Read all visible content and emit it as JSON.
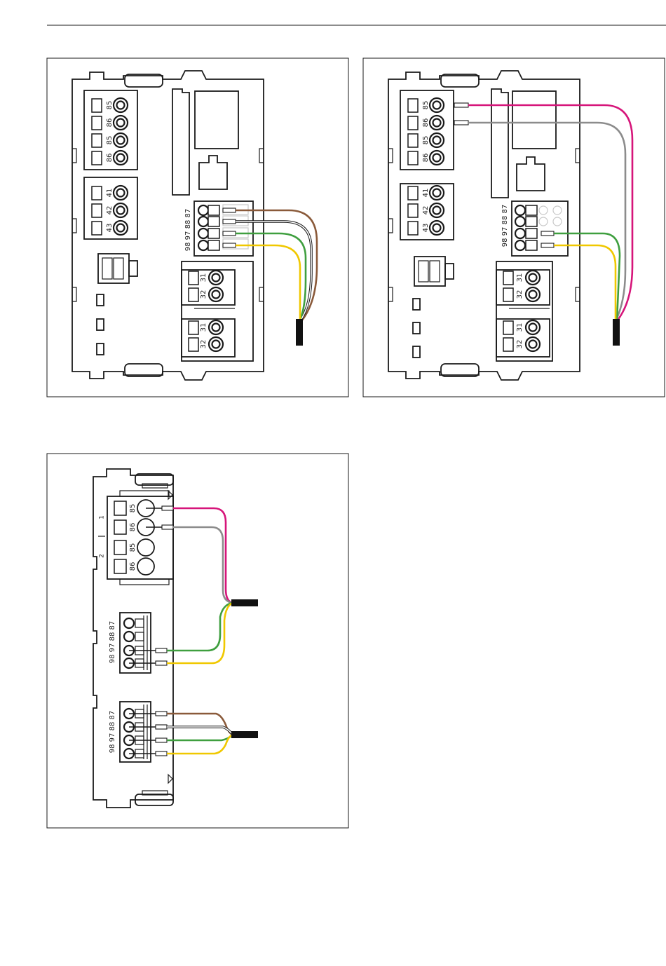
{
  "wire_colors": {
    "brown": "#8a5a3a",
    "white": "#ffffff",
    "green": "#3f9f3f",
    "yellow": "#f0c800",
    "magenta": "#d6157a",
    "grey": "#8c8c8c",
    "outline": "#1a1a1a"
  },
  "panel1": {
    "terminals_top": [
      "85",
      "86",
      "85",
      "86"
    ],
    "terminals_mid": [
      "41",
      "42",
      "43"
    ],
    "relay_labels": [
      "87",
      "88",
      "97",
      "98"
    ],
    "bottom_a": [
      "31",
      "32"
    ],
    "bottom_b": [
      "31",
      "32"
    ]
  },
  "panel2": {
    "terminals_top": [
      "85",
      "86",
      "85",
      "86"
    ],
    "terminals_mid": [
      "41",
      "42",
      "43"
    ],
    "relay_labels": [
      "87",
      "88",
      "97",
      "98"
    ],
    "bottom_a": [
      "31",
      "32"
    ],
    "bottom_b": [
      "31",
      "32"
    ]
  },
  "panel3": {
    "group_labels": [
      "1",
      "2"
    ],
    "terminals_top": [
      "85",
      "86",
      "85",
      "86"
    ],
    "relay_a_labels": [
      "87",
      "88",
      "97",
      "98"
    ],
    "relay_b_labels": [
      "87",
      "88",
      "97",
      "98"
    ]
  }
}
